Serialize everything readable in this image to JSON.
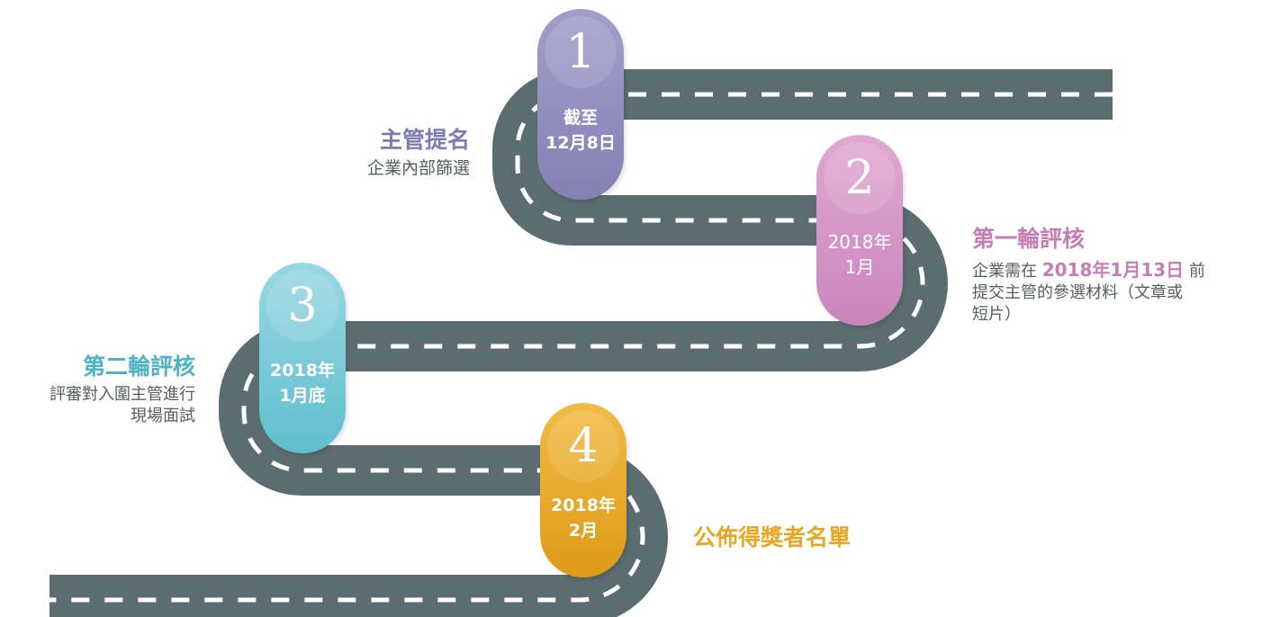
{
  "colors": {
    "road": "#5b6d70",
    "dash": "#ffffff",
    "stage1": "#8c86b8",
    "stage2": "#d48fc0",
    "stage3": "#6dc4d2",
    "stage4": "#e9a623"
  },
  "stages": [
    {
      "number": "1",
      "date_line1": "截至",
      "date_line2": "12月8日",
      "title": "主管提名",
      "desc": "企業內部篩選"
    },
    {
      "number": "2",
      "date_line1": "2018年",
      "date_line2": "1月",
      "title": "第一輪評核",
      "desc_pre": "企業需在",
      "desc_highlight": "2018年1月13日",
      "desc_post": "前",
      "desc_line2": "提交主管的參選材料（文章或",
      "desc_line3": "短片）"
    },
    {
      "number": "3",
      "date_line1": "2018年",
      "date_line2": "1月底",
      "title": "第二輪評核",
      "desc_line1": "評審對入圍主管進行",
      "desc_line2": "現場面試"
    },
    {
      "number": "4",
      "date_line1": "2018年",
      "date_line2": "2月",
      "title": "公佈得獎者名單"
    }
  ]
}
